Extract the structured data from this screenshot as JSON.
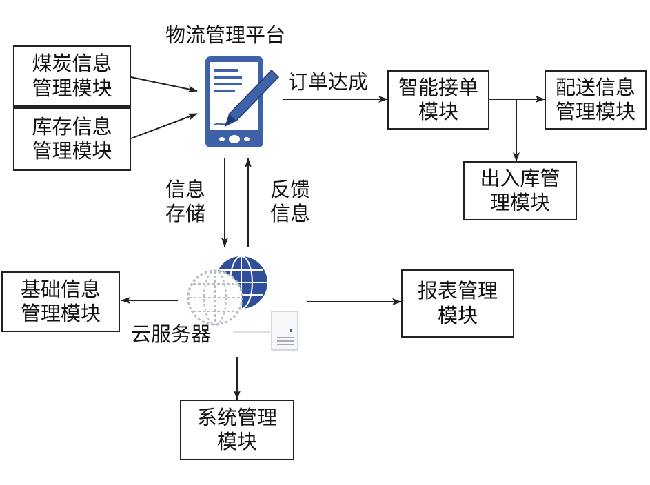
{
  "platform": {
    "title": "物流管理平台",
    "icon": "tablet-pen-icon"
  },
  "modules": {
    "coal_info": {
      "line1": "煤炭信息",
      "line2": "管理模块"
    },
    "inventory_info": {
      "line1": "库存信息",
      "line2": "管理模块"
    },
    "smart_order": {
      "line1": "智能接单",
      "line2": "模块"
    },
    "delivery_info": {
      "line1": "配送信息",
      "line2": "管理模块"
    },
    "warehouse_io": {
      "line1": "出入库管",
      "line2": "理模块"
    },
    "basic_info": {
      "line1": "基础信息",
      "line2": "管理模块"
    },
    "report": {
      "line1": "报表管理",
      "line2": "模块"
    },
    "system": {
      "line1": "系统管理",
      "line2": "模块"
    }
  },
  "edge_labels": {
    "order_reached": "订单达成",
    "store": {
      "line1": "信息",
      "line2": "存储"
    },
    "feedback": {
      "line1": "反馈",
      "line2": "信息"
    }
  },
  "cloud": {
    "label": "云服务器",
    "icons": [
      "globe-icon",
      "server-icon"
    ]
  },
  "colors": {
    "tablet": "#3d62a8",
    "globe": "#2f4f9a",
    "line": "#222222"
  }
}
